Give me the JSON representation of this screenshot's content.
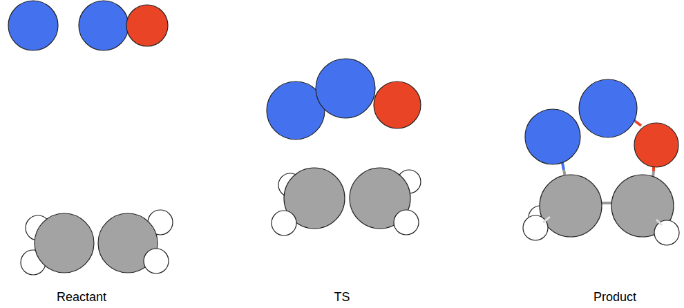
{
  "diagram": {
    "labels": [
      "Reactant",
      "TS",
      "Product"
    ]
  }
}
